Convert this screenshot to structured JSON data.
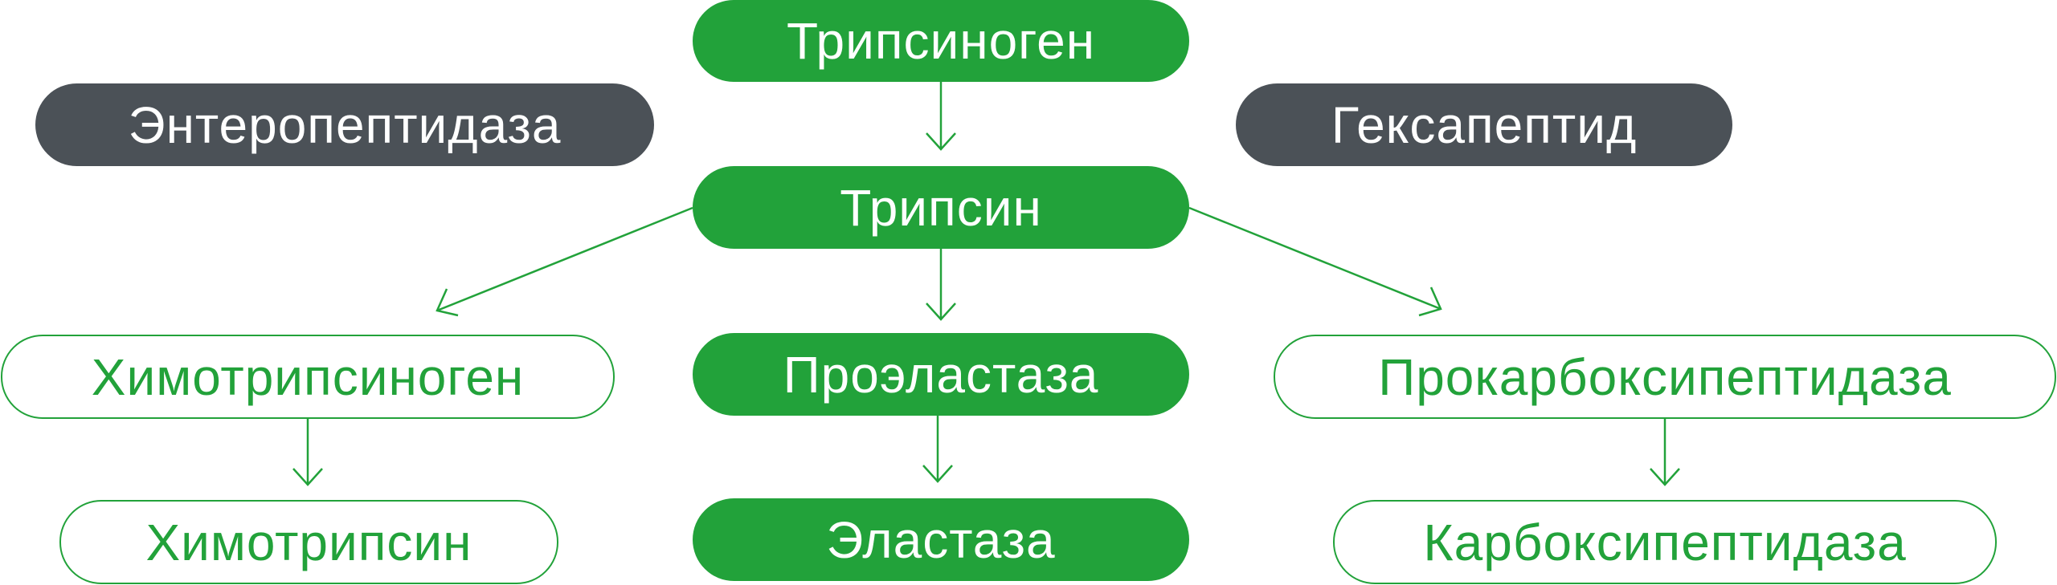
{
  "nodes": {
    "trypsinogen": "Трипсиноген",
    "enteropeptidase": "Энтеропептидаза",
    "hexapeptide": "Гексапептид",
    "trypsin": "Трипсин",
    "chymotrypsinogen": "Химотрипсиноген",
    "proelastase": "Проэластаза",
    "procarboxypeptidase": "Прокарбоксипептидаза",
    "chymotrypsin": "Химотрипсин",
    "elastase": "Эластаза",
    "carboxypeptidase": "Карбоксипептидаза"
  },
  "colors": {
    "green": "#22a23a",
    "dark": "#4b5157",
    "white": "#ffffff"
  },
  "edges": [
    {
      "from": "trypsinogen",
      "to": "trypsin"
    },
    {
      "from": "trypsin",
      "to": "chymotrypsinogen"
    },
    {
      "from": "trypsin",
      "to": "proelastase"
    },
    {
      "from": "trypsin",
      "to": "procarboxypeptidase"
    },
    {
      "from": "chymotrypsinogen",
      "to": "chymotrypsin"
    },
    {
      "from": "proelastase",
      "to": "elastase"
    },
    {
      "from": "procarboxypeptidase",
      "to": "carboxypeptidase"
    }
  ]
}
